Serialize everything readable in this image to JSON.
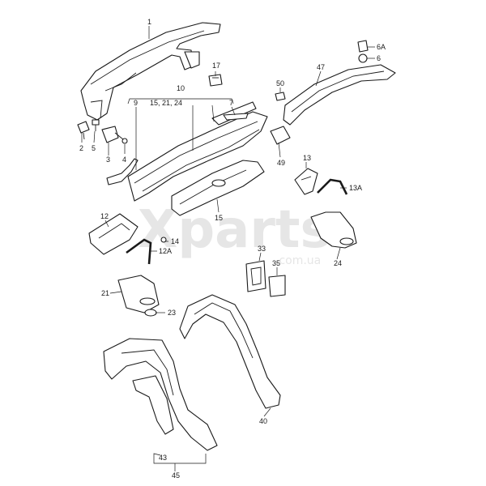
{
  "watermark": {
    "brand": "Xparts",
    "domain": ".com.ua"
  },
  "callouts": [
    {
      "id": "1",
      "text": "1"
    },
    {
      "id": "2",
      "text": "2"
    },
    {
      "id": "5",
      "text": "5"
    },
    {
      "id": "3",
      "text": "3"
    },
    {
      "id": "4",
      "text": "4"
    },
    {
      "id": "9",
      "text": "9"
    },
    {
      "id": "10",
      "text": "10"
    },
    {
      "id": "15-21-24",
      "text": "15, 21, 24"
    },
    {
      "id": "7",
      "text": "7"
    },
    {
      "id": "17",
      "text": "17"
    },
    {
      "id": "50",
      "text": "50"
    },
    {
      "id": "47",
      "text": "47"
    },
    {
      "id": "6A",
      "text": "6A"
    },
    {
      "id": "6",
      "text": "6"
    },
    {
      "id": "49",
      "text": "49"
    },
    {
      "id": "13",
      "text": "13"
    },
    {
      "id": "13A",
      "text": "13A"
    },
    {
      "id": "12",
      "text": "12"
    },
    {
      "id": "14",
      "text": "14"
    },
    {
      "id": "12A",
      "text": "12A"
    },
    {
      "id": "15",
      "text": "15"
    },
    {
      "id": "24",
      "text": "24"
    },
    {
      "id": "33",
      "text": "33"
    },
    {
      "id": "35",
      "text": "35"
    },
    {
      "id": "21",
      "text": "21"
    },
    {
      "id": "23",
      "text": "23"
    },
    {
      "id": "40",
      "text": "40"
    },
    {
      "id": "43",
      "text": "43"
    },
    {
      "id": "45",
      "text": "45"
    }
  ]
}
